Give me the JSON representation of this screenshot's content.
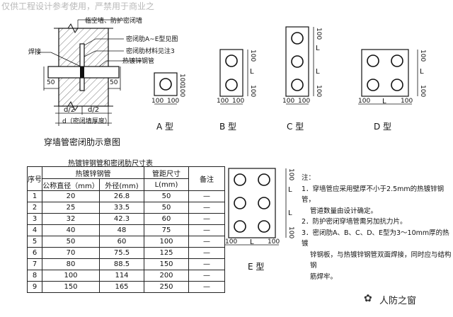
{
  "watermark": "仅供工程设计参考使用，严禁用于商业之",
  "section_diagram": {
    "title": "穿墙管密闭肋示意图",
    "labels": {
      "wall": "临空墙、防护密闭墙",
      "rib_detail": "密闭肋A~E型见图",
      "rib_material": "密闭肋材料见注3",
      "pipe": "热镀锌钢管",
      "weld": "焊接",
      "dim_50_left": "50",
      "dim_50_right": "50",
      "dim_d2_left": "d/2",
      "dim_d2_right": "d/2",
      "dim_d": "d（密闭墙厚度）"
    }
  },
  "types": [
    {
      "id": "A",
      "label": "A 型"
    },
    {
      "id": "B",
      "label": "B 型"
    },
    {
      "id": "C",
      "label": "C 型"
    },
    {
      "id": "D",
      "label": "D 型"
    },
    {
      "id": "E",
      "label": "E 型"
    }
  ],
  "dims": {
    "d100": "100",
    "L": "L"
  },
  "table": {
    "title": "热镀锌钢管和密闭肋尺寸表",
    "headers": {
      "seq": "序号",
      "pipe": "热镀锌钢管",
      "nominal": "公称直径（mm）",
      "outer": "外径(mm)",
      "spacing": "管距尺寸",
      "spacing_unit": "L(mm)",
      "note": "备注"
    },
    "rows": [
      {
        "no": "1",
        "nominal": "20",
        "outer": "26.8",
        "L": "50",
        "note": "—"
      },
      {
        "no": "2",
        "nominal": "25",
        "outer": "33.5",
        "L": "50",
        "note": "—"
      },
      {
        "no": "3",
        "nominal": "32",
        "outer": "42.3",
        "L": "60",
        "note": "—"
      },
      {
        "no": "4",
        "nominal": "40",
        "outer": "48",
        "L": "75",
        "note": "—"
      },
      {
        "no": "5",
        "nominal": "50",
        "outer": "60",
        "L": "100",
        "note": "—"
      },
      {
        "no": "6",
        "nominal": "70",
        "outer": "75.5",
        "L": "125",
        "note": "—"
      },
      {
        "no": "7",
        "nominal": "80",
        "outer": "88.5",
        "L": "150",
        "note": "—"
      },
      {
        "no": "8",
        "nominal": "100",
        "outer": "114",
        "L": "200",
        "note": "—"
      },
      {
        "no": "9",
        "nominal": "150",
        "outer": "165",
        "L": "250",
        "note": "—"
      }
    ]
  },
  "notes": {
    "title": "注：",
    "items": [
      {
        "line1": "1．穿墙管应采用壁厚不小于2.5mm的热镀锌钢管，",
        "line2": "管道数量由设计确定。"
      },
      {
        "line1": "2．防护密闭穿墙管需另加抗力片。",
        "line2": ""
      },
      {
        "line1": "3．密闭肋A、B、C、D、E型为3～10mm厚的热镀",
        "line2": "锌钢板，与热镀锌钢管双面焊接，同时应与结构钢",
        "line3": "筋焊牢。"
      }
    ]
  },
  "stamp": {
    "icon": "wechat-icon",
    "text": "人防之窗"
  }
}
